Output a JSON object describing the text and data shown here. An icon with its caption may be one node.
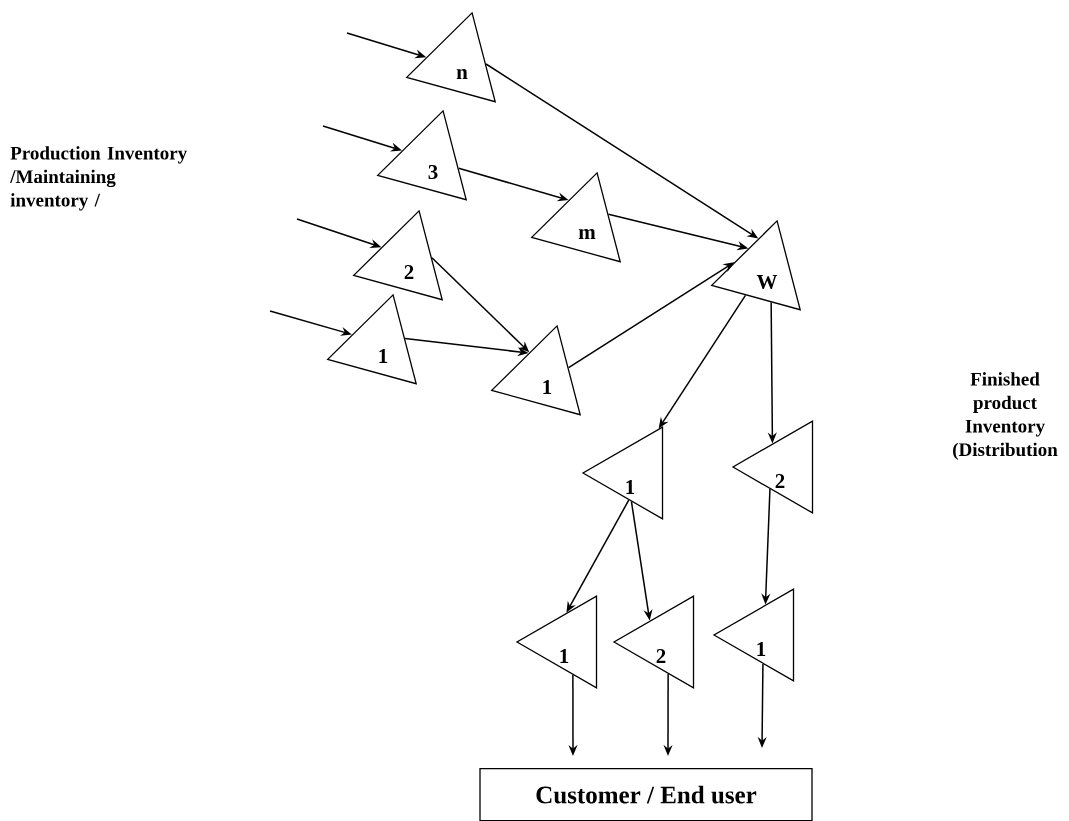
{
  "diagram": {
    "nodes": [
      {
        "text": [
          "n"
        ]
      },
      {
        "text": [
          "3"
        ]
      },
      {
        "text": [
          "m"
        ]
      },
      {
        "text": [
          "2"
        ]
      },
      {
        "text": [
          "1"
        ]
      },
      {
        "text": [
          "1"
        ]
      },
      {
        "text": [
          "W"
        ]
      },
      {
        "text": [
          "1"
        ]
      },
      {
        "text": [
          "2"
        ]
      },
      {
        "text": [
          "1"
        ]
      },
      {
        "text": [
          "2"
        ]
      },
      {
        "text": [
          "1"
        ]
      },
      {
        "text": [
          "Customer / End user"
        ]
      }
    ],
    "edges": [
      {
        "from": null,
        "to": 0,
        "arrow": "to"
      },
      {
        "from": null,
        "to": 1,
        "arrow": "to"
      },
      {
        "from": null,
        "to": 3,
        "arrow": "to"
      },
      {
        "from": null,
        "to": 4,
        "arrow": "to"
      },
      {
        "from": 0,
        "to": 6,
        "arrow": "to"
      },
      {
        "from": 1,
        "to": 2,
        "arrow": "to"
      },
      {
        "from": 2,
        "to": 6,
        "arrow": "to"
      },
      {
        "from": 3,
        "to": 5,
        "arrow": "to"
      },
      {
        "from": 4,
        "to": 5,
        "arrow": "to"
      },
      {
        "from": 5,
        "to": 6,
        "arrow": "to"
      },
      {
        "from": 6,
        "to": 7,
        "arrow": "to"
      },
      {
        "from": 6,
        "to": 8,
        "arrow": "to"
      },
      {
        "from": 7,
        "to": 9,
        "arrow": "to"
      },
      {
        "from": 7,
        "to": 10,
        "arrow": "to"
      },
      {
        "from": 8,
        "to": 11,
        "arrow": "to"
      },
      {
        "from": 9,
        "to": 12,
        "arrow": "to"
      },
      {
        "from": 10,
        "to": 12,
        "arrow": "to"
      },
      {
        "from": 11,
        "to": 12,
        "arrow": "to"
      }
    ],
    "labels": [
      "Production Inventory /Maintaining inventory /",
      "Finished product Inventory (Distribution"
    ]
  }
}
